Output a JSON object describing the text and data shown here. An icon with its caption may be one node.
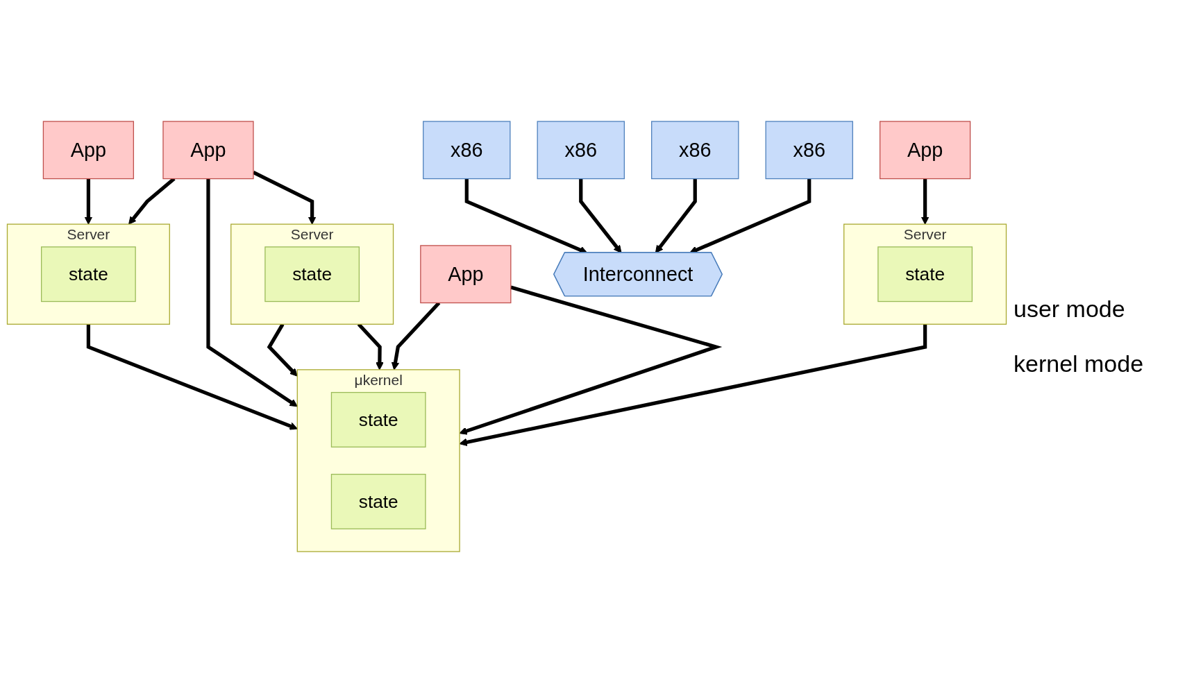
{
  "diagram": {
    "nodes": [
      {
        "text": [
          "App"
        ]
      },
      {
        "text": [
          "App"
        ]
      },
      {
        "text": [
          "App"
        ]
      },
      {
        "text": [
          "App"
        ]
      },
      {
        "text": [
          "Server"
        ]
      },
      {
        "text": [
          "state"
        ],
        "in": 4
      },
      {
        "text": [
          "Server"
        ]
      },
      {
        "text": [
          "state"
        ],
        "in": 6
      },
      {
        "text": [
          "Server"
        ]
      },
      {
        "text": [
          "state"
        ],
        "in": 8
      },
      {
        "text": [
          "μkernel"
        ]
      },
      {
        "text": [
          "state"
        ],
        "in": 10
      },
      {
        "text": [
          "state"
        ],
        "in": 10
      },
      {
        "text": [
          "x86"
        ]
      },
      {
        "text": [
          "x86"
        ]
      },
      {
        "text": [
          "x86"
        ]
      },
      {
        "text": [
          "x86"
        ]
      },
      {
        "text": [
          "Interconnect"
        ]
      }
    ],
    "edges": [
      {
        "from": 0,
        "to": 4,
        "arrow": "to"
      },
      {
        "from": 1,
        "to": 4,
        "arrow": "to"
      },
      {
        "from": 1,
        "to": 10,
        "arrow": "to"
      },
      {
        "from": 1,
        "to": 6,
        "arrow": "to"
      },
      {
        "from": 2,
        "to": 10,
        "arrow": "to"
      },
      {
        "from": 2,
        "to": 10,
        "arrow": "to"
      },
      {
        "from": 3,
        "to": 8,
        "arrow": "to"
      },
      {
        "from": 4,
        "to": 10,
        "arrow": "to"
      },
      {
        "from": 6,
        "to": 10,
        "arrow": "to"
      },
      {
        "from": 6,
        "to": 10,
        "arrow": "to"
      },
      {
        "from": 8,
        "to": 10,
        "arrow": "to"
      },
      {
        "from": 13,
        "to": 17,
        "arrow": "to"
      },
      {
        "from": 14,
        "to": 17,
        "arrow": "to"
      },
      {
        "from": 15,
        "to": 17,
        "arrow": "to"
      },
      {
        "from": 16,
        "to": 17,
        "arrow": "to"
      }
    ],
    "labels": [
      "user mode",
      "kernel mode"
    ]
  }
}
